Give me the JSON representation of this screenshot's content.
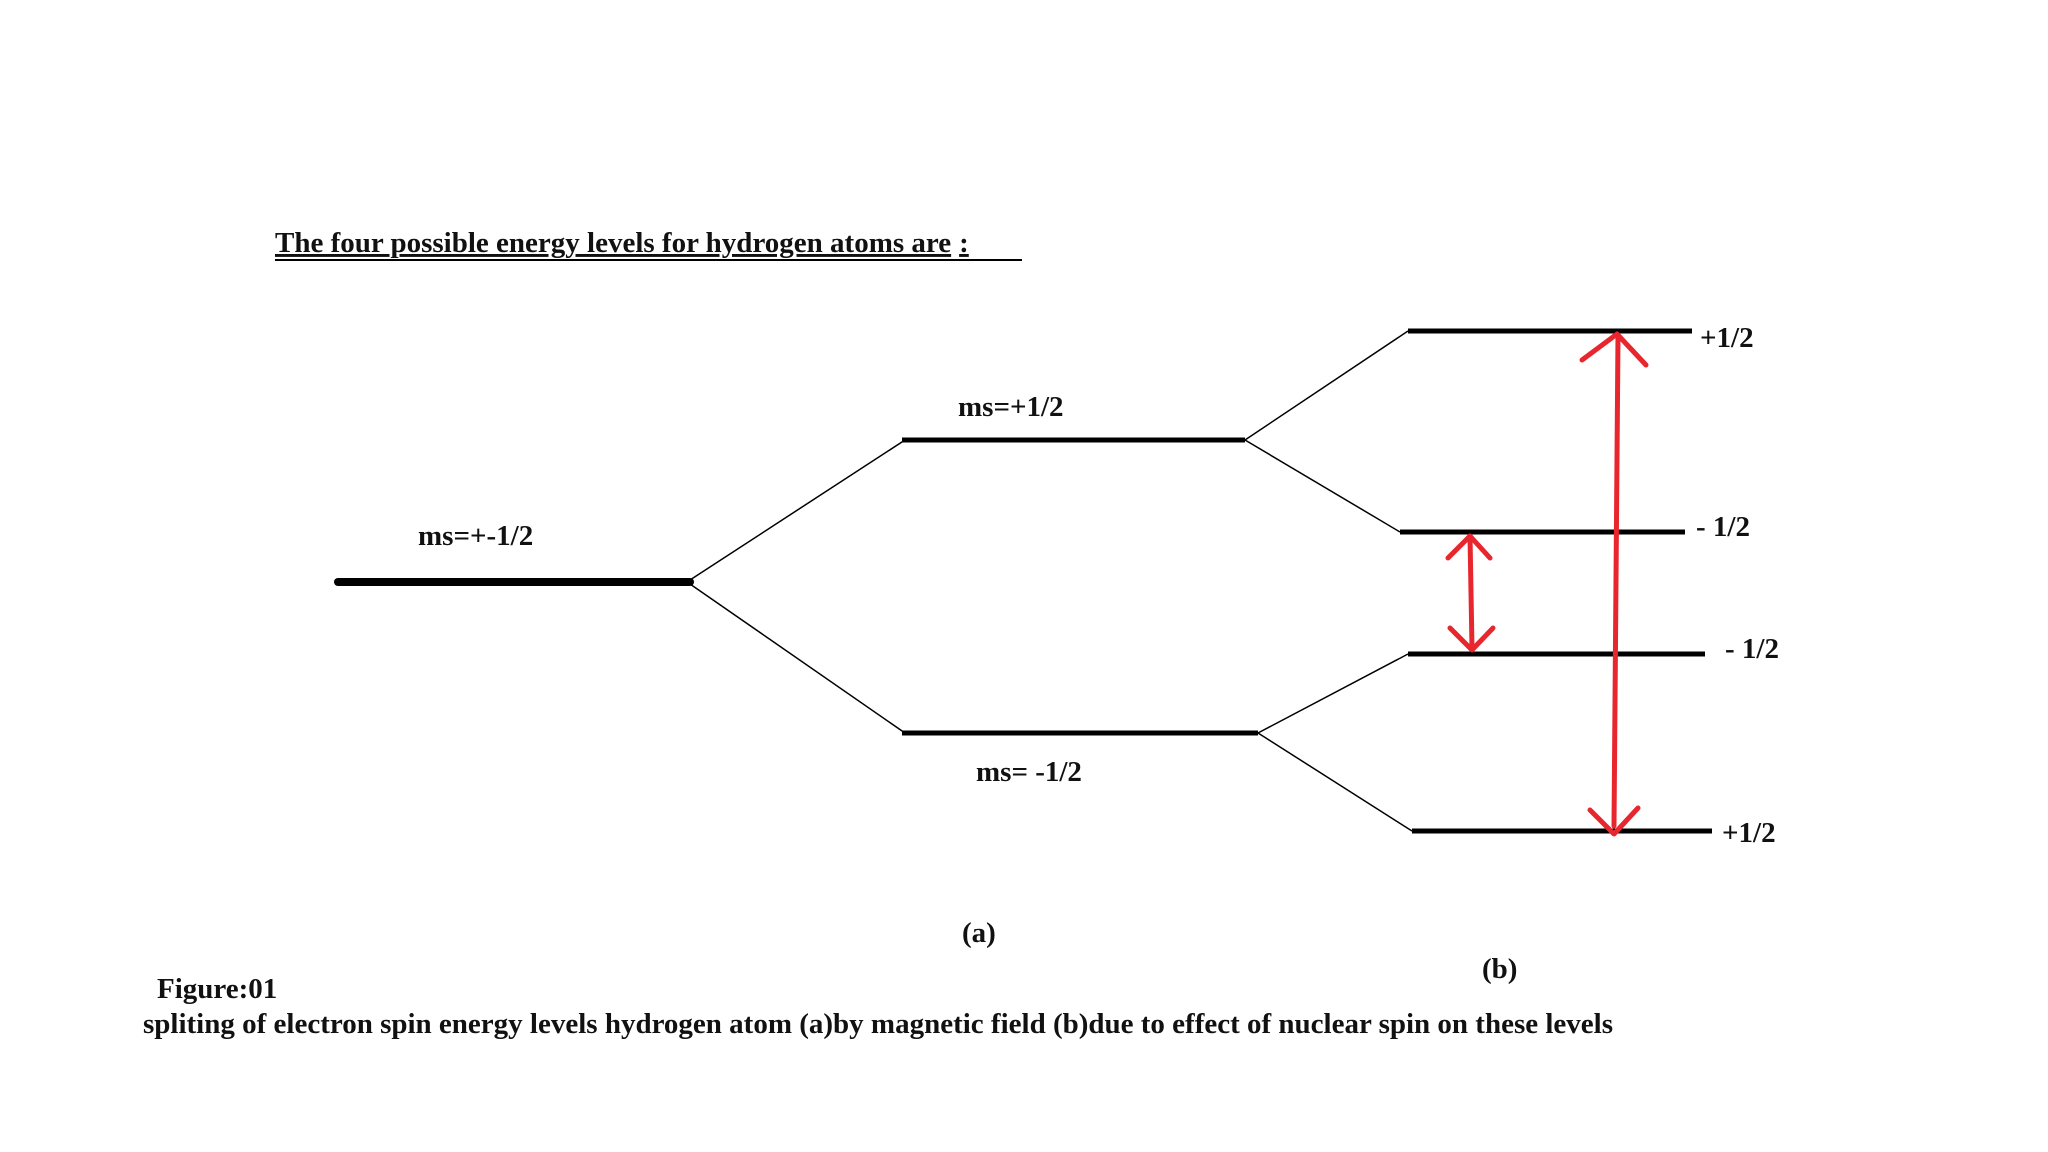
{
  "title": "The four possible energy levels for hydrogen atoms are",
  "title_suffix": ":",
  "levels": {
    "initial": "ms=+-1/2",
    "upper": "ms=+1/2",
    "lower": "ms= -1/2",
    "split_1": "+1/2",
    "split_2": "- 1/2",
    "split_3": "- 1/2",
    "split_4": "+1/2"
  },
  "panel_labels": {
    "a": "(a)",
    "b": "(b)"
  },
  "caption": {
    "figure": "Figure:01",
    "text": "spliting of electron spin energy levels hydrogen atom  (a)by magnetic field (b)due to effect of nuclear spin on these levels"
  },
  "colors": {
    "lines": "#000000",
    "transition_arrows": "#e8262d"
  }
}
